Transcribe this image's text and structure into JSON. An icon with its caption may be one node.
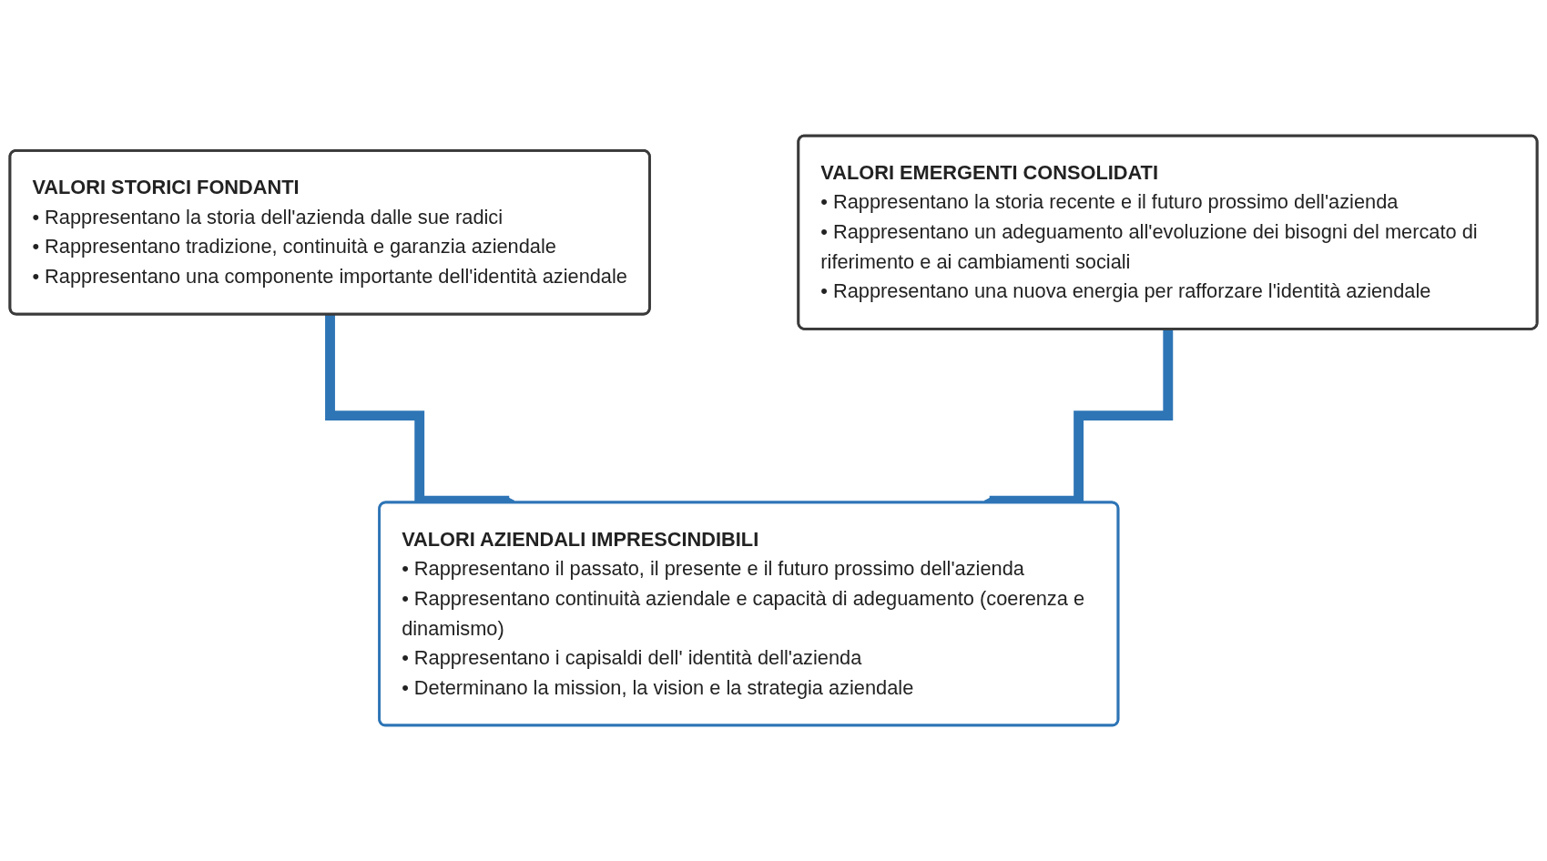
{
  "diagram": {
    "nodes": [
      {
        "text": [
          "VALORI STORICI FONDANTI",
          "• Rappresentano la storia dell'azienda dalle sue radici",
          "• Rappresentano tradizione, continuità e garanzia aziendale",
          "• Rappresentano una componente importante dell'identità aziendale"
        ]
      },
      {
        "text": [
          "VALORI EMERGENTI CONSOLIDATI",
          "• Rappresentano la storia recente e il futuro prossimo dell'azienda",
          "• Rappresentano un adeguamento all'evoluzione dei bisogni del mercato di riferimento e ai cambiamenti sociali",
          "• Rappresentano una nuova energia per rafforzare l'identità aziendale"
        ]
      },
      {
        "text": [
          "VALORI AZIENDALI IMPRESCINDIBILI",
          "• Rappresentano il passato, il presente e il futuro prossimo dell'azienda",
          "• Rappresentano continuità aziendale e capacità di adeguamento (coerenza e dinamismo)",
          "• Rappresentano i capisaldi dell' identità dell'azienda",
          "• Determinano la mission, la vision e la strategia aziendale"
        ]
      }
    ],
    "edges": [
      {
        "from": 0,
        "to": 2,
        "arrow": "to"
      },
      {
        "from": 1,
        "to": 2,
        "arrow": "to"
      }
    ]
  }
}
